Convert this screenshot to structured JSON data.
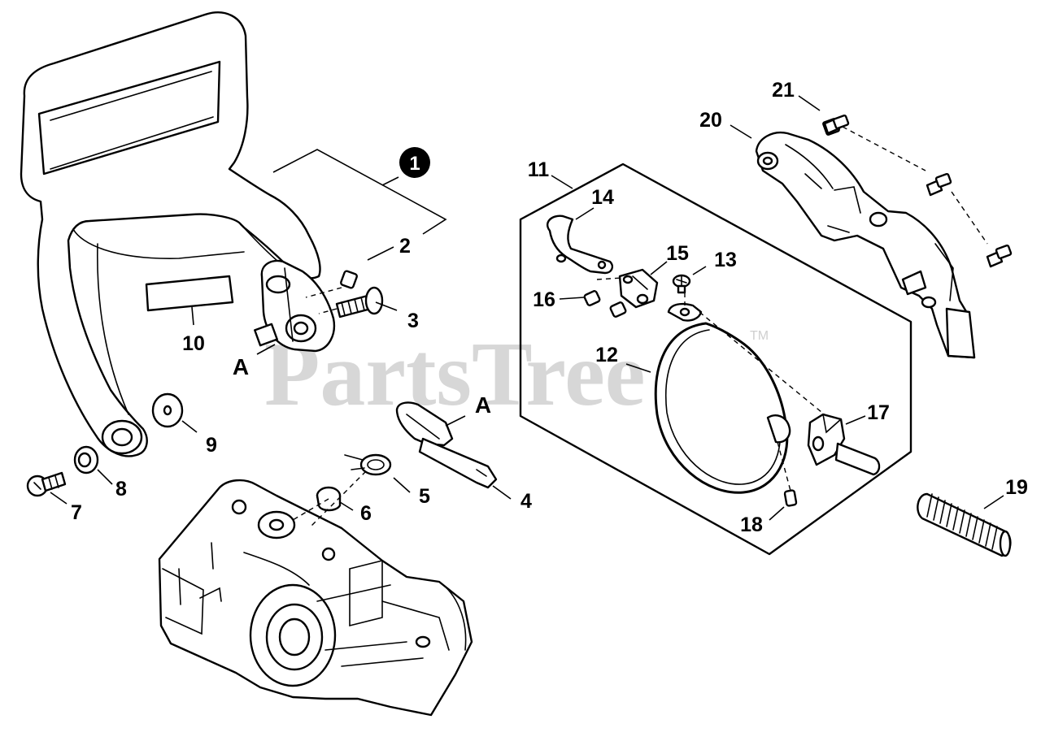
{
  "watermark": {
    "text": "PartsTree",
    "trademark": "TM"
  },
  "callouts": {
    "c1": "1",
    "c2": "2",
    "c3": "3",
    "c4": "4",
    "c5": "5",
    "c6": "6",
    "c7": "7",
    "c8": "8",
    "c9": "9",
    "c10": "10",
    "c11": "11",
    "c12": "12",
    "c13": "13",
    "c14": "14",
    "c15": "15",
    "c16": "16",
    "c17": "17",
    "c18": "18",
    "c19": "19",
    "c20": "20",
    "c21": "21"
  },
  "refs": {
    "a_left": "A",
    "a_right": "A"
  }
}
